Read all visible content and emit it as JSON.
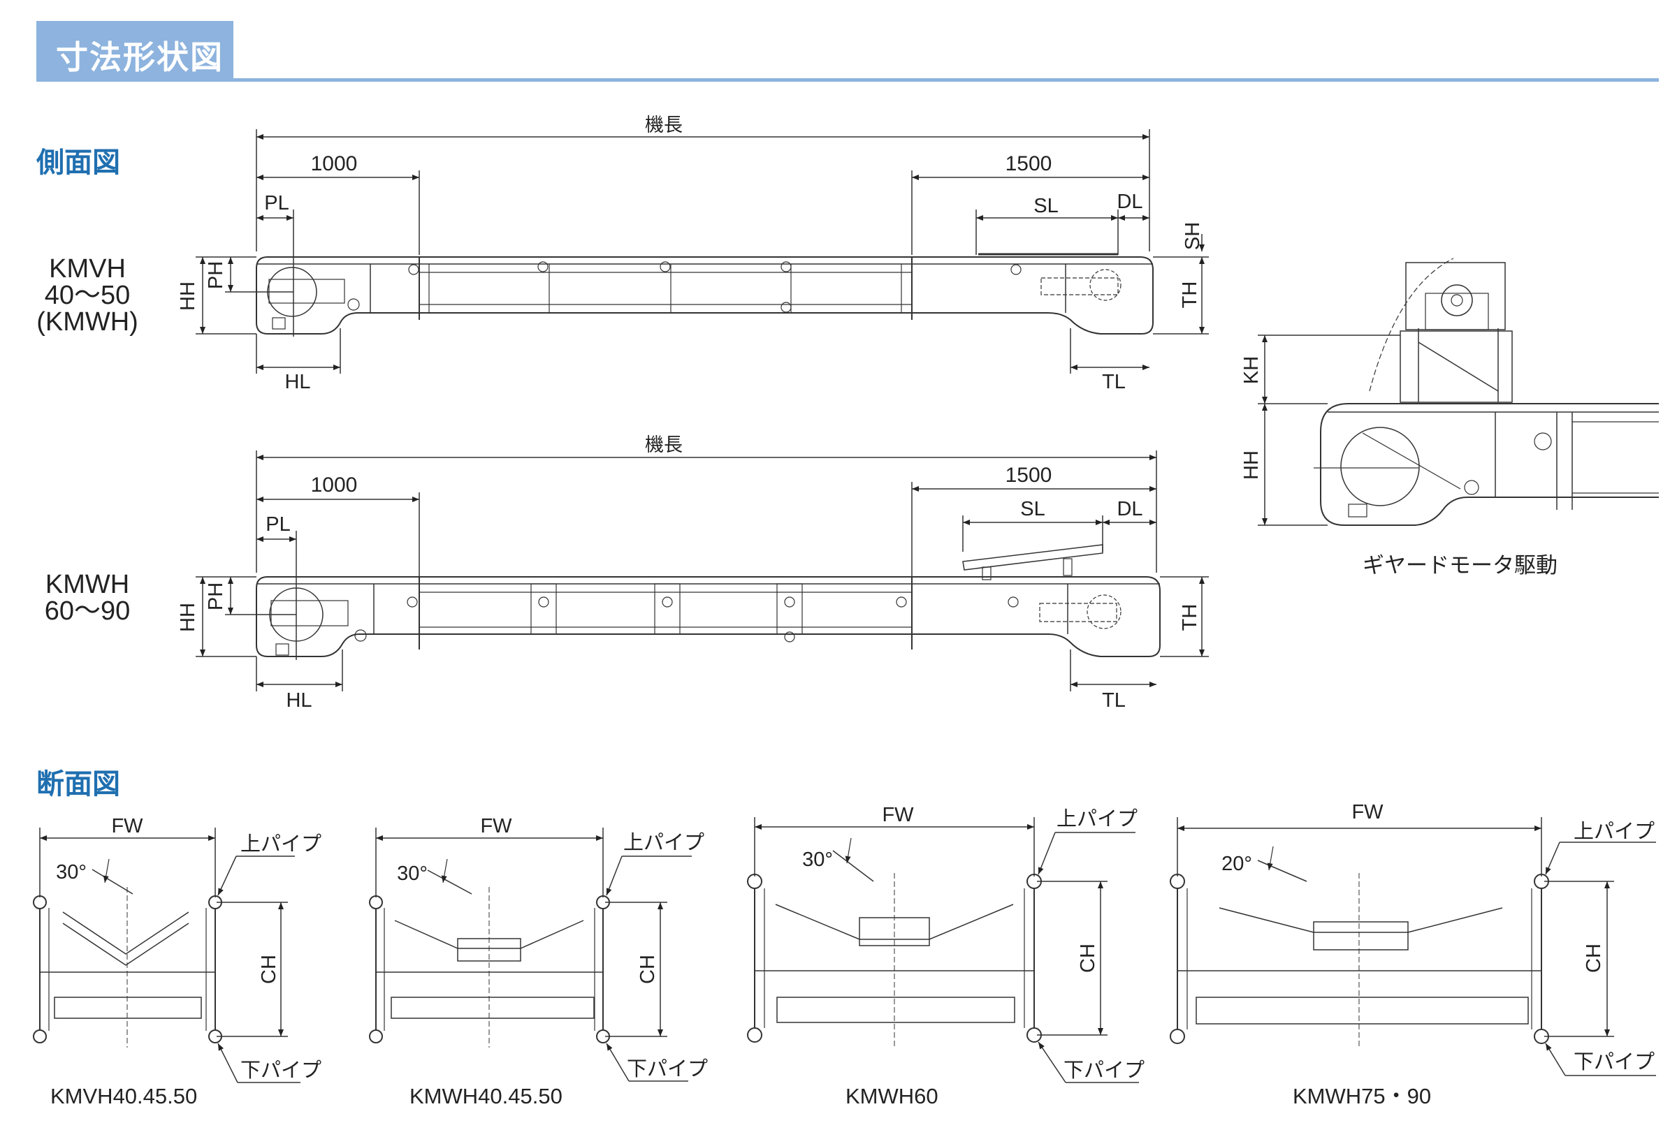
{
  "header": {
    "title": "寸法形状図"
  },
  "side_view": {
    "title": "側面図",
    "model_a": [
      "KMVH",
      "40～50",
      "(KMWH)"
    ],
    "model_b": [
      "KMWH",
      "60～90"
    ],
    "dims": {
      "length": "機長",
      "head_1000": "1000",
      "tail_1500": "1500",
      "PL": "PL",
      "PH": "PH",
      "HH": "HH",
      "HL": "HL",
      "SL": "SL",
      "DL": "DL",
      "SH": "SH",
      "TH": "TH",
      "TL": "TL"
    }
  },
  "geared_motor": {
    "caption": "ギヤードモータ駆動",
    "KH": "KH",
    "HH": "HH"
  },
  "section_view": {
    "title": "断面図",
    "labels": {
      "FW": "FW",
      "CH": "CH",
      "upper_pipe": "上パイプ",
      "lower_pipe": "下パイプ"
    },
    "items": [
      {
        "model": "KMVH40.45.50",
        "angle": "30°"
      },
      {
        "model": "KMWH40.45.50",
        "angle": "30°"
      },
      {
        "model": "KMWH60",
        "angle": "30°"
      },
      {
        "model": "KMWH75・90",
        "angle": "20°"
      }
    ]
  }
}
